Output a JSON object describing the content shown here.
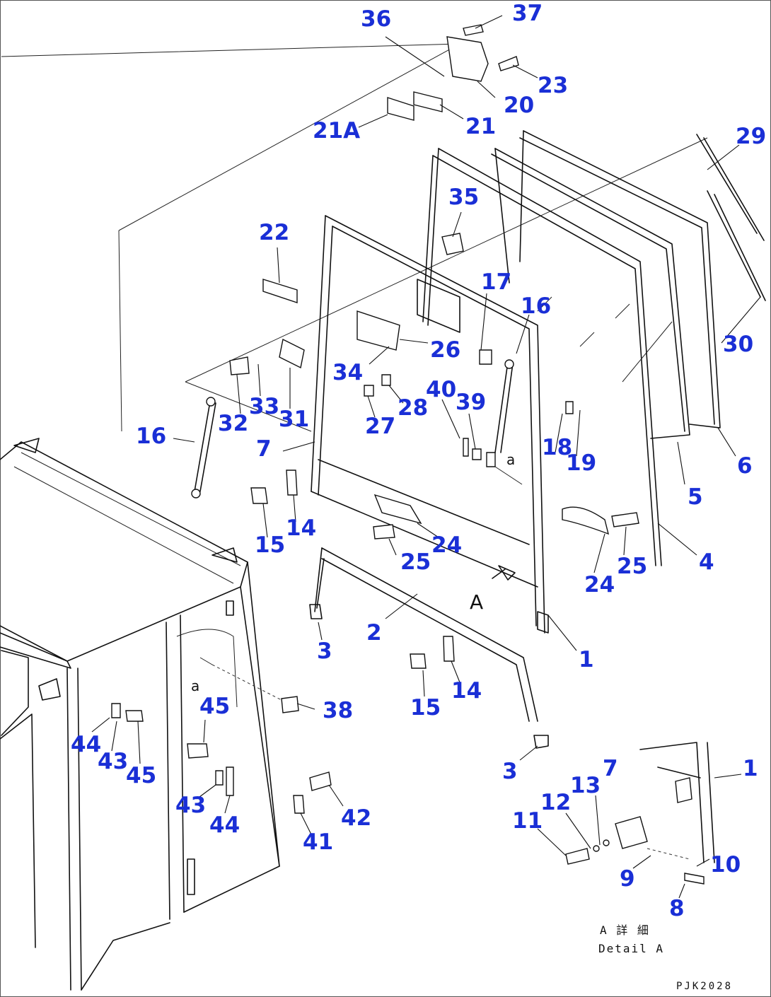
{
  "diagram": {
    "callouts": [
      "36",
      "37",
      "23",
      "20",
      "21",
      "21A",
      "29",
      "22",
      "35",
      "17",
      "16",
      "26",
      "34",
      "28",
      "40",
      "39",
      "27",
      "30",
      "32",
      "33",
      "31",
      "16",
      "7",
      "18",
      "19",
      "6",
      "5",
      "15",
      "14",
      "a",
      "24",
      "25",
      "24",
      "25",
      "4",
      "A",
      "2",
      "3",
      "1",
      "45",
      "a",
      "38",
      "15",
      "14",
      "44",
      "43",
      "45",
      "3",
      "7",
      "1",
      "43",
      "44",
      "42",
      "13",
      "12",
      "11",
      "10",
      "41",
      "9",
      "8"
    ],
    "detail_label": "A 詳 細",
    "detail_caption": "Detail A",
    "drawing_code": "PJK2028"
  },
  "colors": {
    "callout": "#1a2fd6",
    "line": "#111111"
  }
}
